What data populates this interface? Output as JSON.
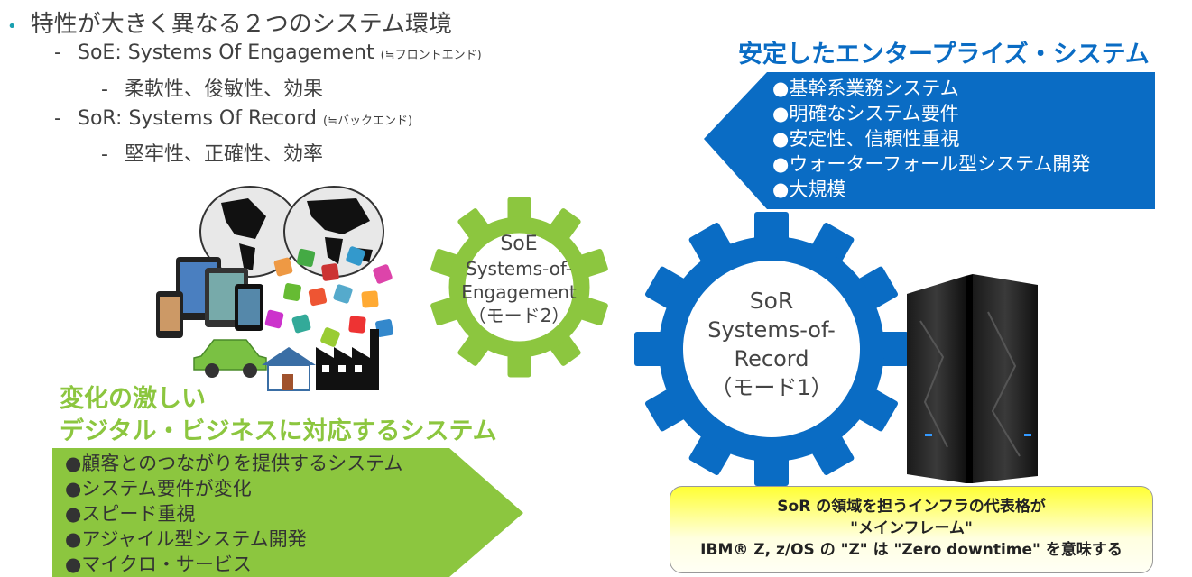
{
  "heading": {
    "bullet": "•",
    "main": "特性が大きく異なる２つのシステム環境",
    "items": [
      {
        "dash": "-",
        "text": "SoE: Systems Of Engagement",
        "note": "(≒フロントエンド)"
      },
      {
        "dash": "-",
        "text": "柔軟性、俊敏性、効果"
      },
      {
        "dash": "-",
        "text": "SoR: Systems Of Record",
        "note": "(≒バックエンド)"
      },
      {
        "dash": "-",
        "text": "堅牢性、正確性、効率"
      }
    ]
  },
  "blue_panel": {
    "title": "安定したエンタープライズ・システム",
    "items": [
      "●基幹系業務システム",
      "●明確なシステム要件",
      "●安定性、信頼性重視",
      "●ウォーターフォール型システム開発",
      "●大規模"
    ]
  },
  "green_panel": {
    "title_line1": "変化の激しい",
    "title_line2": "デジタル・ビジネスに対応するシステム",
    "items": [
      "●顧客とのつながりを提供するシステム",
      "●システム要件が変化",
      "●スピード重視",
      "●アジャイル型システム開発",
      "●マイクロ・サービス"
    ]
  },
  "soe_gear": {
    "line1": "SoE",
    "line2": "Systems-of-",
    "line3": "Engagement",
    "line4": "（モード2）"
  },
  "sor_gear": {
    "line1": "SoR",
    "line2": "Systems-of-",
    "line3": "Record",
    "line4": "（モード1）"
  },
  "note": {
    "line1": "SoR の領域を担うインフラの代表格が",
    "line2": "\"メインフレーム\"",
    "line3": "IBM® Z, z/OS の \"Z\" は \"Zero downtime\" を意味する"
  },
  "colors": {
    "blue": "#0a6cc4",
    "green": "#8cc63f",
    "soe_gear": "#8cc63f",
    "sor_gear": "#0a6cc4"
  }
}
